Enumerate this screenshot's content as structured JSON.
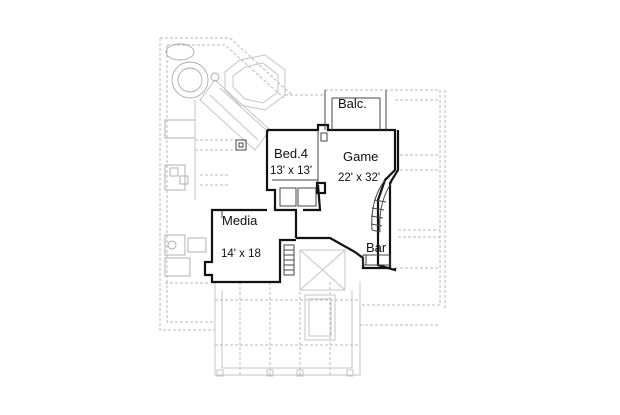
{
  "rooms": {
    "balcony": {
      "name": "Balc."
    },
    "bedroom4": {
      "name": "Bed.4",
      "dimensions": "13' x 13'"
    },
    "game": {
      "name": "Game",
      "dimensions": "22' x 32'"
    },
    "media": {
      "name": "Media",
      "dimensions": "14' x 18"
    },
    "bar": {
      "name": "Bar"
    }
  },
  "colors": {
    "wall": "#111111",
    "ghost_outline": "#b9b9b9",
    "background": "#ffffff"
  }
}
